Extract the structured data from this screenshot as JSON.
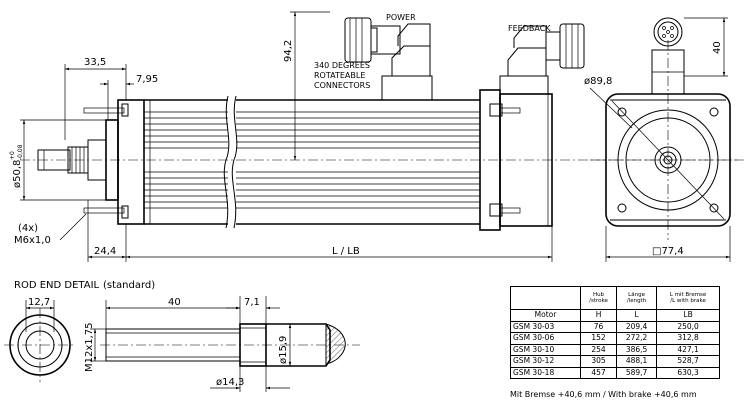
{
  "labels": {
    "power": "POWER",
    "feedback": "FEEDBACK",
    "rotatable_1": "340 DEGREES",
    "rotatable_2": "ROTATEABLE",
    "rotatable_3": "CONNECTORS",
    "rod_end_detail": "ROD END DETAIL",
    "standard": "(standard)",
    "holes_count": "(4x)",
    "holes_thread": "M6x1,0"
  },
  "dimensions": {
    "d_33_5": "33,5",
    "d_7_95": "7,95",
    "d_94_2": "94,2",
    "d_40_top": "40",
    "d_89_8": "ø89,8",
    "d_50_8": "ø50,8",
    "d_50_8_tol_upper": "+0",
    "d_50_8_tol_lower": "-0,08",
    "d_24_4": "24,4",
    "d_l_lb": "L / LB",
    "d_77_4": "□77,4",
    "d_12_7": "12,7",
    "d_40_rod": "40",
    "d_7_1": "7,1",
    "d_m12": "M12x1,75",
    "d_15_9": "ø15,9",
    "d_14_3": "ø14,3"
  },
  "table": {
    "headers": [
      {
        "top": "Hub",
        "bottom": "/stroke"
      },
      {
        "top": "Länge",
        "bottom": "/length"
      },
      {
        "top": "L mit Bremse",
        "bottom": "/L with brake"
      }
    ],
    "subheaders": [
      "Motor",
      "H",
      "L",
      "LB"
    ],
    "rows": [
      [
        "GSM 30-03",
        "76",
        "209,4",
        "250,0"
      ],
      [
        "GSM 30-06",
        "152",
        "272,2",
        "312,8"
      ],
      [
        "GSM 30-10",
        "254",
        "386,5",
        "427,1"
      ],
      [
        "GSM 30-12",
        "305",
        "488,1",
        "528,7"
      ],
      [
        "GSM 30-18",
        "457",
        "589,7",
        "630,3"
      ]
    ],
    "footnote": "Mit Bremse +40,6 mm / With brake +40,6 mm"
  }
}
